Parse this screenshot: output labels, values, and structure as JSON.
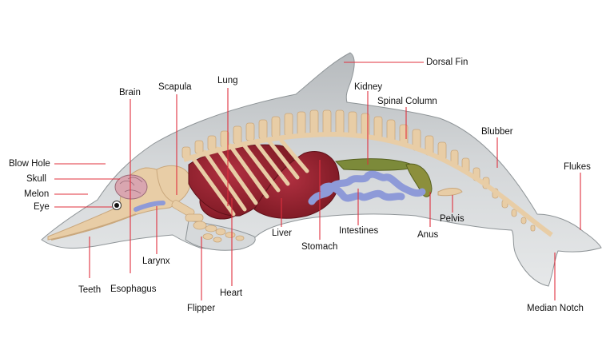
{
  "labels": {
    "dorsal_fin": "Dorsal Fin",
    "brain": "Brain",
    "scapula": "Scapula",
    "lung": "Lung",
    "kidney": "Kidney",
    "spinal_column": "Spinal Column",
    "blubber": "Blubber",
    "flukes": "Flukes",
    "blow_hole": "Blow Hole",
    "skull": "Skull",
    "melon": "Melon",
    "eye": "Eye",
    "liver": "Liver",
    "stomach": "Stomach",
    "intestines": "Intestines",
    "anus": "Anus",
    "pelvis": "Pelvis",
    "larynx": "Larynx",
    "teeth": "Teeth",
    "esophagus": "Esophagus",
    "heart": "Heart",
    "flipper": "Flipper",
    "median_notch": "Median Notch"
  },
  "colors": {
    "skin": "#cfd2d4",
    "skin_edge": "#8e9497",
    "bone": "#e8cda6",
    "bone_edge": "#c9a77c",
    "organ": "#8e1f2a",
    "intestine": "#8e9ad8",
    "brain": "#d9a6b0",
    "leader": "#e0303e"
  }
}
